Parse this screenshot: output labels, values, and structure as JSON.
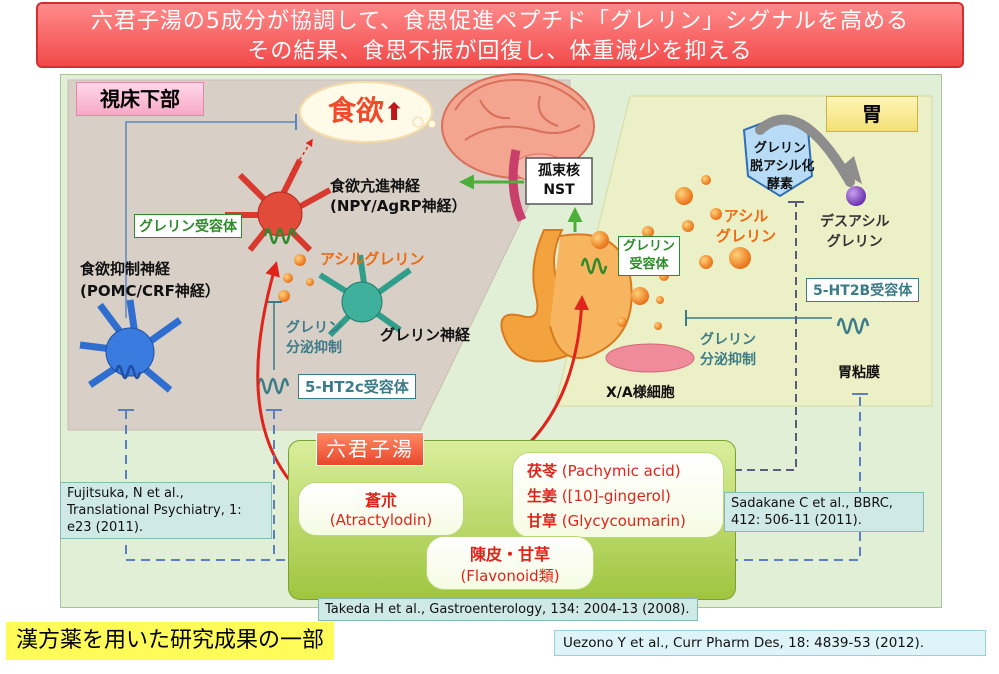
{
  "banner": {
    "line1": "六君子湯の5成分が協調して、食思促進ペプチド「グレリン」シグナルを高める",
    "line2": "その結果、食思不振が回復し、体重減少を抑える"
  },
  "hypothalamus": {
    "label": "視床下部",
    "appetite": "食欲",
    "orexigenic_line1": "食欲亢進神経",
    "orexigenic_line2": "(NPY/AgRP神経）",
    "anorexigenic_line1": "食欲抑制神経",
    "anorexigenic_line2": "(POMC/CRF神経）",
    "ghrelin_receptor": "グレリン受容体",
    "acyl_ghrelin": "アシルグレリン",
    "ghrelin_neuron": "グレリン神経",
    "secretion_inhibit_line1": "グレリン",
    "secretion_inhibit_line2": "分泌抑制",
    "ht2c_receptor": "5-HT2c受容体"
  },
  "nts": {
    "line1": "孤束核",
    "line2": "NST"
  },
  "stomach": {
    "label": "胃",
    "enzyme_line1": "グレリン",
    "enzyme_line2": "脱アシル化",
    "enzyme_line3": "酵素",
    "desacyl_line1": "デスアシル",
    "desacyl_line2": "グレリン",
    "acyl_line1": "アシル",
    "acyl_line2": "グレリン",
    "ghrelin_receptor_line1": "グレリン",
    "ghrelin_receptor_line2": "受容体",
    "ht2b_receptor": "5-HT2B受容体",
    "secretion_inhibit_line1": "グレリン",
    "secretion_inhibit_line2": "分泌抑制",
    "mucosa": "胃粘膜",
    "xa_cells": "X/A様細胞"
  },
  "kampo": {
    "title": "六君子湯",
    "herb1_name": "蒼朮",
    "herb1_compound": "(Atractylodin)",
    "herb2_line1_name": "茯苓",
    "herb2_line1_compound": "(Pachymic acid)",
    "herb2_line2_name": "生姜",
    "herb2_line2_compound": "([10]-gingerol)",
    "herb2_line3_name": "甘草",
    "herb2_line3_compound": "(Glycycoumarin)",
    "herb3_name": "陳皮・甘草",
    "herb3_compound": "(Flavonoid類)"
  },
  "references": {
    "fujitsuka": "Fujitsuka, N et al., Translational Psychiatry, 1: e23 (2011).",
    "sadakane": "Sadakane C et al., BBRC, 412: 506-11 (2011).",
    "takeda": "Takeda H et al., Gastroenterology, 134: 2004-13 (2008).",
    "uezono": "Uezono Y et al., Curr Pharm Des, 18: 4839-53 (2012)."
  },
  "footer_note": "漢方薬を用いた研究成果の一部",
  "colors": {
    "banner": "#f24a4a",
    "panel": "#e1efd6",
    "hypothalamus_bg": "#d8cfc6",
    "stomach_bg": "#ecf0c6",
    "ghrelin_green": "#2e8a2a",
    "acyl_orange": "#ee6a10",
    "inhibit_teal": "#3c7c88",
    "arrow_red": "#e0241c"
  }
}
